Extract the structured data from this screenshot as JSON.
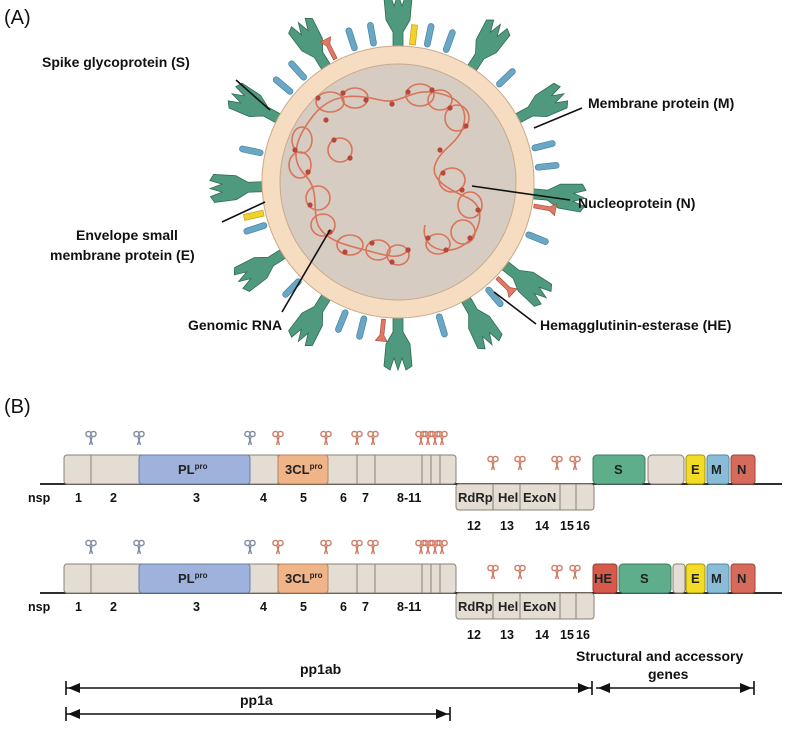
{
  "panel_a": {
    "letter": "(A)",
    "labels": {
      "spike": "Spike glycoprotein (S)",
      "membrane": "Membrane protein (M)",
      "nucleo": "Nucleoprotein (N)",
      "envelope_1": "Envelope small",
      "envelope_2": "membrane protein (E)",
      "rna": "Genomic RNA",
      "he": "Hemagglutinin-esterase (HE)"
    }
  },
  "panel_b": {
    "letter": "(B)",
    "row_label": "nsp",
    "domains": {
      "pl": "PL",
      "pl_sup": "pro",
      "cl": "3CL",
      "cl_sup": "pro",
      "rdrp": "RdRp",
      "hel": "Hel",
      "exon": "ExoN"
    },
    "structural": {
      "he": "HE",
      "s": "S",
      "e": "E",
      "m": "M",
      "n": "N"
    },
    "nsp_numbers_top": [
      "1",
      "2",
      "3",
      "4",
      "5",
      "6",
      "7",
      "8-11"
    ],
    "nsp_numbers_bottom": [
      "12",
      "13",
      "14",
      "15",
      "16"
    ],
    "spans": {
      "pp1ab": "pp1ab",
      "pp1a": "pp1a",
      "structural_1": "Structural and accessory",
      "structural_2": "genes"
    }
  },
  "colors": {
    "membrane_fill": "#f6dcc0",
    "interior": "#d6ccc2",
    "spike": "#4f9a7f",
    "membrane_protein": "#6aa7c5",
    "rna": "#d9745a",
    "rna_bead": "#b8463a",
    "envelope": "#f2d22a",
    "he": "#e07864",
    "box": "#e3ddd4",
    "pl": "#9fb2dc",
    "cl": "#f0b489",
    "s_box": "#5fae8b",
    "e_box": "#f2dc25",
    "m_box": "#89bcd6",
    "n_box": "#d66b5b",
    "he_box": "#d65a4c",
    "scissor_blue": "#8e9bb3",
    "scissor_red": "#d98a74"
  }
}
